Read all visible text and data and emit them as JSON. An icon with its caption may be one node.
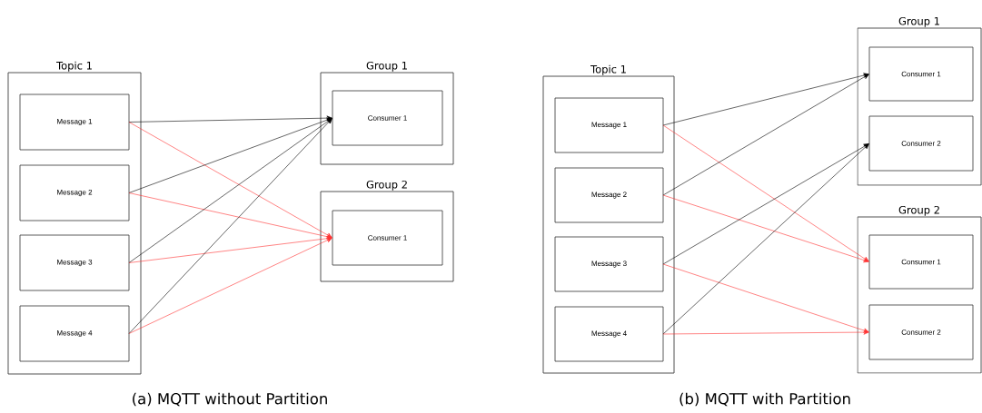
{
  "diagram": {
    "nodes": [
      {
        "text": [
          "Topic 1"
        ]
      },
      {
        "text": [
          "Message 1"
        ],
        "in": 0
      },
      {
        "text": [
          "Message 2"
        ],
        "in": 0
      },
      {
        "text": [
          "Message 3"
        ],
        "in": 0
      },
      {
        "text": [
          "Message 4"
        ],
        "in": 0
      },
      {
        "text": [
          "Group 1"
        ]
      },
      {
        "text": [
          "Consumer 1"
        ],
        "in": 5
      },
      {
        "text": [
          "Group 2"
        ]
      },
      {
        "text": [
          "Consumer 1"
        ],
        "in": 7
      },
      {
        "text": [
          "Topic 1"
        ]
      },
      {
        "text": [
          "Message 1"
        ],
        "in": 9
      },
      {
        "text": [
          "Message 2"
        ],
        "in": 9
      },
      {
        "text": [
          "Message 3"
        ],
        "in": 9
      },
      {
        "text": [
          "Message 4"
        ],
        "in": 9
      },
      {
        "text": [
          "Group 1"
        ]
      },
      {
        "text": [
          "Consumer 1"
        ],
        "in": 14
      },
      {
        "text": [
          "Consumer 2"
        ],
        "in": 14
      },
      {
        "text": [
          "Group 2"
        ]
      },
      {
        "text": [
          "Consumer 1"
        ],
        "in": 17
      },
      {
        "text": [
          "Consumer 2"
        ],
        "in": 17
      }
    ],
    "edges": [
      {
        "from": 1,
        "to": 6,
        "arrow": "to"
      },
      {
        "from": 1,
        "to": 8,
        "arrow": "to",
        "color": "#ff3333"
      },
      {
        "from": 2,
        "to": 6,
        "arrow": "to"
      },
      {
        "from": 2,
        "to": 8,
        "arrow": "to",
        "color": "#ff3333"
      },
      {
        "from": 3,
        "to": 6,
        "arrow": "to"
      },
      {
        "from": 3,
        "to": 8,
        "arrow": "to",
        "color": "#ff3333"
      },
      {
        "from": 4,
        "to": 6,
        "arrow": "to"
      },
      {
        "from": 4,
        "to": 8,
        "arrow": "to",
        "color": "#ff3333"
      },
      {
        "from": 10,
        "to": 15,
        "arrow": "to"
      },
      {
        "from": 10,
        "to": 18,
        "arrow": "to",
        "color": "#ff3333"
      },
      {
        "from": 11,
        "to": 15,
        "arrow": "to"
      },
      {
        "from": 11,
        "to": 18,
        "arrow": "to",
        "color": "#ff3333"
      },
      {
        "from": 12,
        "to": 16,
        "arrow": "to"
      },
      {
        "from": 12,
        "to": 19,
        "arrow": "to",
        "color": "#ff3333"
      },
      {
        "from": 13,
        "to": 16,
        "arrow": "to"
      },
      {
        "from": 13,
        "to": 19,
        "arrow": "to",
        "color": "#ff3333"
      }
    ],
    "labels": [
      "(a) MQTT without Partition",
      "(b) MQTT with Partition"
    ]
  }
}
